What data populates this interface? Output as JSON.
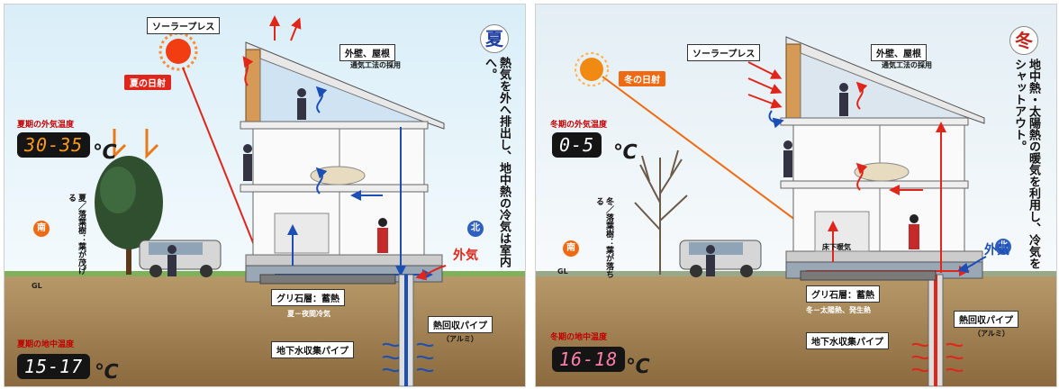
{
  "summer": {
    "season_label": "夏",
    "solar_press": "ソーラープレス",
    "sun_label": "夏の日射",
    "walls_roof": "外壁、屋根",
    "ventilation": "通気工法の採用",
    "outdoor_temp_title": "夏期の外気温度",
    "outdoor_temp": "30-35",
    "ground_temp_title": "夏期の地中温度",
    "ground_temp": "15-17",
    "unit": "℃",
    "headline": "熱気を外へ排出し、地中熱の冷気は室内へ。",
    "tree_label": "夏／落葉樹：葉が茂げる",
    "south": "南",
    "north": "北",
    "outside_air": "外気",
    "gl": "GL",
    "gravel_label": "グリ石層：蓄熱",
    "gravel_sub": "夏－夜間冷気",
    "heat_pipe": "熱回収パイプ",
    "heat_pipe_sub": "（アルミ）",
    "groundwater_pipe": "地下水収集パイプ",
    "colors": {
      "lcd_text": "#ff9a1a",
      "red_tag": "#e0251b",
      "season": "#1f3f9f"
    }
  },
  "winter": {
    "season_label": "冬",
    "solar_press": "ソーラープレス",
    "sun_label": "冬の日射",
    "walls_roof": "外壁、屋根",
    "ventilation": "通気工法の採用",
    "outdoor_temp_title": "冬期の外気温度",
    "outdoor_temp": "0-5",
    "ground_temp_title": "冬期の地中温度",
    "ground_temp": "16-18",
    "unit": "℃",
    "headline": "地中熱・太陽熱の暖気を利用し、冷気をシャットアウト。",
    "tree_label": "冬／落葉樹：葉が落ちる",
    "south": "南",
    "north": "北",
    "outside_air": "外気",
    "gl": "GL",
    "floor_heating": "床下暖気",
    "gravel_label": "グリ石層：蓄熱",
    "gravel_sub": "冬－太陽熱、発生熱",
    "heat_pipe": "熱回収パイプ",
    "heat_pipe_sub": "（アルミ）",
    "groundwater_pipe": "地下水収集パイプ",
    "colors": {
      "lcd_text": "#ff7ea8",
      "red_tag": "#ef6a12",
      "season": "#c4231b"
    }
  }
}
